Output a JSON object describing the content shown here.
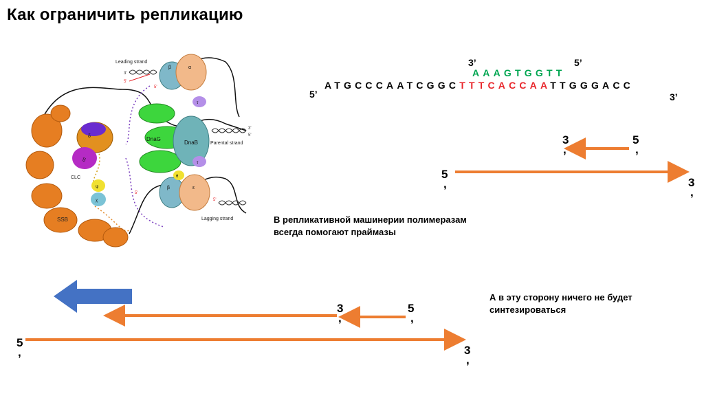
{
  "slide": {
    "title": "Как ограничить репликацию",
    "figure": {
      "leading_strand": "Leading strand",
      "lagging_strand": "Lagging strand",
      "parental_strand": "Parental strand",
      "dnag": "DnaG",
      "dnab": "DnaB",
      "clc": "CLC",
      "ssb": "SSB",
      "alpha": "α",
      "beta": "β",
      "delta": "δ",
      "delta_prime": "δ'",
      "tau": "τ",
      "theta": "θ",
      "epsilon": "ε",
      "psi": "ψ",
      "chi": "χ",
      "five": "5'",
      "three": "3'"
    },
    "primer": {
      "prime_left": "3’",
      "seq": "AAAGTGGTT",
      "prime_right": "5’"
    },
    "template": {
      "prime_left": "5’",
      "seq_black_1": "ATGCCCAATCGGC",
      "seq_red": "TTTCACCAA",
      "seq_black_2": "TTGGGACC",
      "prime_right": "3’"
    },
    "note_primase": "В репликативной машинерии полимеразам всегда помогают праймазы",
    "note_other_side": "А в эту сторону ничего не будет синтезироваться",
    "arrow_labels": {
      "three_comma": "3",
      "five_comma": "5",
      "comma": ","
    },
    "colors": {
      "orange_arrow": "#ed7d31",
      "blue_arrow": "#4472c4",
      "primer_green": "#00a651",
      "template_red": "#e8272c"
    }
  }
}
